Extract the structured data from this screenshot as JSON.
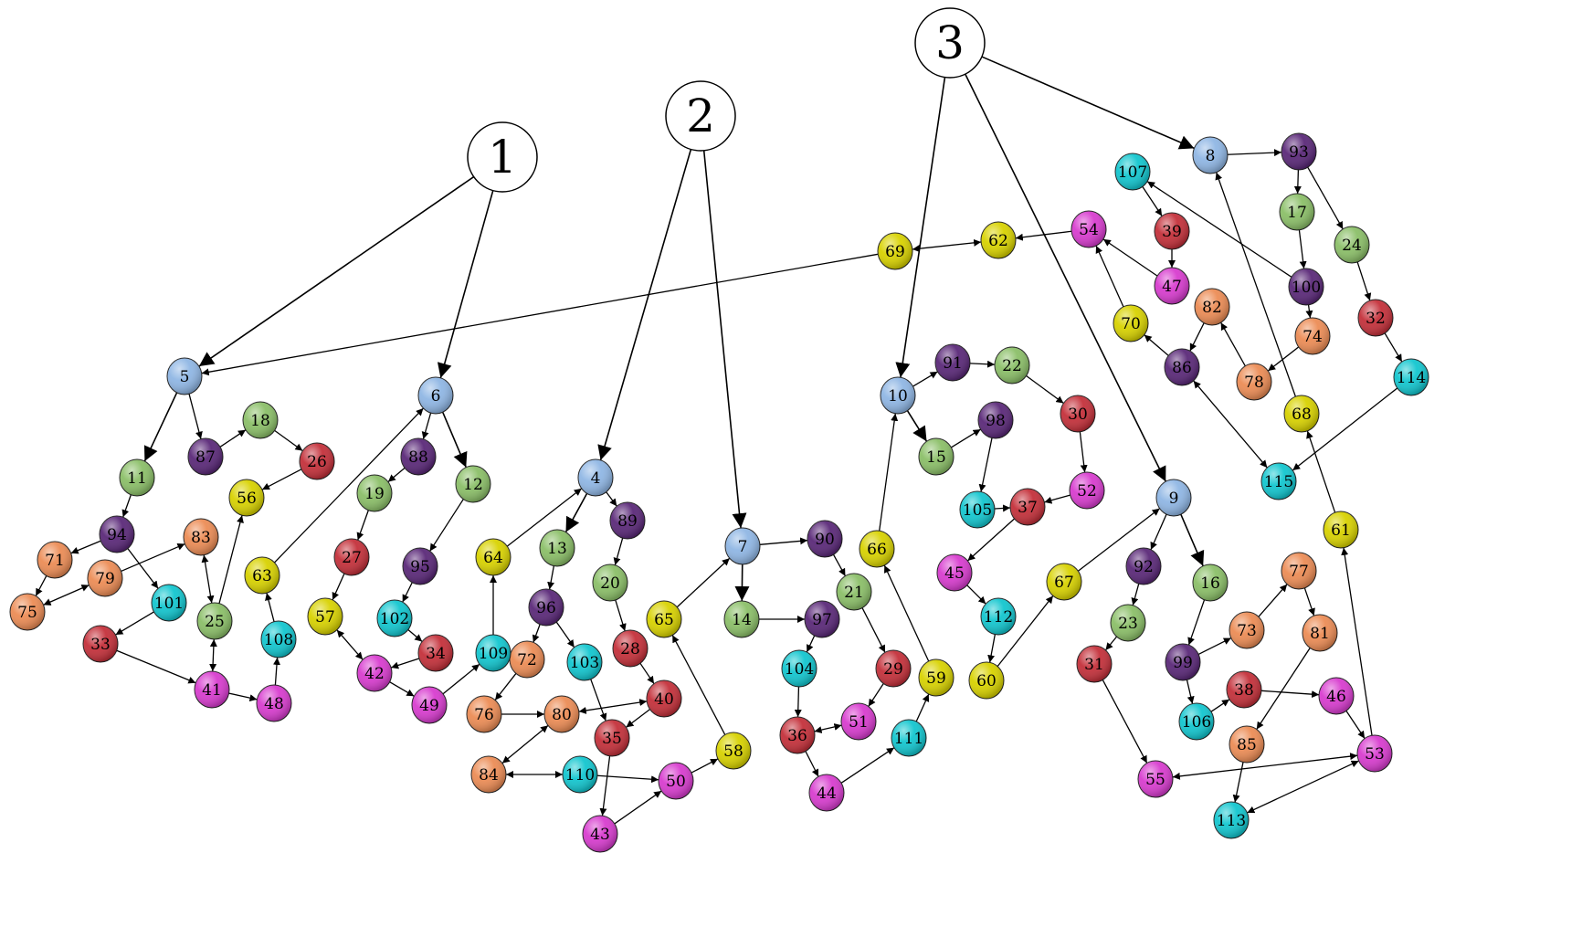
{
  "colors": {
    "root": "#ffffff",
    "blue": "#8fb6e4",
    "green": "#8bbf68",
    "purple": "#5a2878",
    "red": "#c4303a",
    "orange": "#ec8c55",
    "yellow": "#d8d200",
    "cyan": "#12c6cf",
    "magenta": "#d83ccf",
    "edge": "#000000"
  },
  "roots": [
    {
      "id": "R1",
      "label": "1"
    },
    {
      "id": "R2",
      "label": "2"
    },
    {
      "id": "R3",
      "label": "3"
    }
  ],
  "nodes": [
    {
      "id": "5",
      "label": "5",
      "color": "blue"
    },
    {
      "id": "6",
      "label": "6",
      "color": "blue"
    },
    {
      "id": "4",
      "label": "4",
      "color": "blue"
    },
    {
      "id": "7",
      "label": "7",
      "color": "blue"
    },
    {
      "id": "10",
      "label": "10",
      "color": "blue"
    },
    {
      "id": "8",
      "label": "8",
      "color": "blue"
    },
    {
      "id": "9",
      "label": "9",
      "color": "blue"
    },
    {
      "id": "11",
      "label": "11",
      "color": "green"
    },
    {
      "id": "18",
      "label": "18",
      "color": "green"
    },
    {
      "id": "19",
      "label": "19",
      "color": "green"
    },
    {
      "id": "12",
      "label": "12",
      "color": "green"
    },
    {
      "id": "25",
      "label": "25",
      "color": "green"
    },
    {
      "id": "13",
      "label": "13",
      "color": "green"
    },
    {
      "id": "20",
      "label": "20",
      "color": "green"
    },
    {
      "id": "14",
      "label": "14",
      "color": "green"
    },
    {
      "id": "21",
      "label": "21",
      "color": "green"
    },
    {
      "id": "22",
      "label": "22",
      "color": "green"
    },
    {
      "id": "15",
      "label": "15",
      "color": "green"
    },
    {
      "id": "17",
      "label": "17",
      "color": "green"
    },
    {
      "id": "24",
      "label": "24",
      "color": "green"
    },
    {
      "id": "16",
      "label": "16",
      "color": "green"
    },
    {
      "id": "23",
      "label": "23",
      "color": "green"
    },
    {
      "id": "87",
      "label": "87",
      "color": "purple"
    },
    {
      "id": "94",
      "label": "94",
      "color": "purple"
    },
    {
      "id": "88",
      "label": "88",
      "color": "purple"
    },
    {
      "id": "95",
      "label": "95",
      "color": "purple"
    },
    {
      "id": "89",
      "label": "89",
      "color": "purple"
    },
    {
      "id": "96",
      "label": "96",
      "color": "purple"
    },
    {
      "id": "90",
      "label": "90",
      "color": "purple"
    },
    {
      "id": "97",
      "label": "97",
      "color": "purple"
    },
    {
      "id": "91",
      "label": "91",
      "color": "purple"
    },
    {
      "id": "98",
      "label": "98",
      "color": "purple"
    },
    {
      "id": "93",
      "label": "93",
      "color": "purple"
    },
    {
      "id": "100",
      "label": "100",
      "color": "purple"
    },
    {
      "id": "86",
      "label": "86",
      "color": "purple"
    },
    {
      "id": "92",
      "label": "92",
      "color": "purple"
    },
    {
      "id": "99",
      "label": "99",
      "color": "purple"
    },
    {
      "id": "26",
      "label": "26",
      "color": "red"
    },
    {
      "id": "27",
      "label": "27",
      "color": "red"
    },
    {
      "id": "33",
      "label": "33",
      "color": "red"
    },
    {
      "id": "34",
      "label": "34",
      "color": "red"
    },
    {
      "id": "28",
      "label": "28",
      "color": "red"
    },
    {
      "id": "40",
      "label": "40",
      "color": "red"
    },
    {
      "id": "35",
      "label": "35",
      "color": "red"
    },
    {
      "id": "29",
      "label": "29",
      "color": "red"
    },
    {
      "id": "36",
      "label": "36",
      "color": "red"
    },
    {
      "id": "30",
      "label": "30",
      "color": "red"
    },
    {
      "id": "37",
      "label": "37",
      "color": "red"
    },
    {
      "id": "39",
      "label": "39",
      "color": "red"
    },
    {
      "id": "32",
      "label": "32",
      "color": "red"
    },
    {
      "id": "31",
      "label": "31",
      "color": "red"
    },
    {
      "id": "38",
      "label": "38",
      "color": "red"
    },
    {
      "id": "71",
      "label": "71",
      "color": "orange"
    },
    {
      "id": "75",
      "label": "75",
      "color": "orange"
    },
    {
      "id": "79",
      "label": "79",
      "color": "orange"
    },
    {
      "id": "83",
      "label": "83",
      "color": "orange"
    },
    {
      "id": "72",
      "label": "72",
      "color": "orange"
    },
    {
      "id": "76",
      "label": "76",
      "color": "orange"
    },
    {
      "id": "80",
      "label": "80",
      "color": "orange"
    },
    {
      "id": "84",
      "label": "84",
      "color": "orange"
    },
    {
      "id": "82",
      "label": "82",
      "color": "orange"
    },
    {
      "id": "74",
      "label": "74",
      "color": "orange"
    },
    {
      "id": "78",
      "label": "78",
      "color": "orange"
    },
    {
      "id": "77",
      "label": "77",
      "color": "orange"
    },
    {
      "id": "73",
      "label": "73",
      "color": "orange"
    },
    {
      "id": "81",
      "label": "81",
      "color": "orange"
    },
    {
      "id": "85",
      "label": "85",
      "color": "orange"
    },
    {
      "id": "56",
      "label": "56",
      "color": "yellow"
    },
    {
      "id": "63",
      "label": "63",
      "color": "yellow"
    },
    {
      "id": "57",
      "label": "57",
      "color": "yellow"
    },
    {
      "id": "64",
      "label": "64",
      "color": "yellow"
    },
    {
      "id": "65",
      "label": "65",
      "color": "yellow"
    },
    {
      "id": "58",
      "label": "58",
      "color": "yellow"
    },
    {
      "id": "66",
      "label": "66",
      "color": "yellow"
    },
    {
      "id": "59",
      "label": "59",
      "color": "yellow"
    },
    {
      "id": "69",
      "label": "69",
      "color": "yellow"
    },
    {
      "id": "62",
      "label": "62",
      "color": "yellow"
    },
    {
      "id": "70",
      "label": "70",
      "color": "yellow"
    },
    {
      "id": "68",
      "label": "68",
      "color": "yellow"
    },
    {
      "id": "67",
      "label": "67",
      "color": "yellow"
    },
    {
      "id": "60",
      "label": "60",
      "color": "yellow"
    },
    {
      "id": "61",
      "label": "61",
      "color": "yellow"
    },
    {
      "id": "101",
      "label": "101",
      "color": "cyan"
    },
    {
      "id": "108",
      "label": "108",
      "color": "cyan"
    },
    {
      "id": "102",
      "label": "102",
      "color": "cyan"
    },
    {
      "id": "109",
      "label": "109",
      "color": "cyan"
    },
    {
      "id": "103",
      "label": "103",
      "color": "cyan"
    },
    {
      "id": "110",
      "label": "110",
      "color": "cyan"
    },
    {
      "id": "104",
      "label": "104",
      "color": "cyan"
    },
    {
      "id": "111",
      "label": "111",
      "color": "cyan"
    },
    {
      "id": "105",
      "label": "105",
      "color": "cyan"
    },
    {
      "id": "112",
      "label": "112",
      "color": "cyan"
    },
    {
      "id": "107",
      "label": "107",
      "color": "cyan"
    },
    {
      "id": "114",
      "label": "114",
      "color": "cyan"
    },
    {
      "id": "115",
      "label": "115",
      "color": "cyan"
    },
    {
      "id": "106",
      "label": "106",
      "color": "cyan"
    },
    {
      "id": "113",
      "label": "113",
      "color": "cyan"
    },
    {
      "id": "41",
      "label": "41",
      "color": "magenta"
    },
    {
      "id": "48",
      "label": "48",
      "color": "magenta"
    },
    {
      "id": "42",
      "label": "42",
      "color": "magenta"
    },
    {
      "id": "49",
      "label": "49",
      "color": "magenta"
    },
    {
      "id": "50",
      "label": "50",
      "color": "magenta"
    },
    {
      "id": "43",
      "label": "43",
      "color": "magenta"
    },
    {
      "id": "51",
      "label": "51",
      "color": "magenta"
    },
    {
      "id": "44",
      "label": "44",
      "color": "magenta"
    },
    {
      "id": "52",
      "label": "52",
      "color": "magenta"
    },
    {
      "id": "45",
      "label": "45",
      "color": "magenta"
    },
    {
      "id": "54",
      "label": "54",
      "color": "magenta"
    },
    {
      "id": "47",
      "label": "47",
      "color": "magenta"
    },
    {
      "id": "46",
      "label": "46",
      "color": "magenta"
    },
    {
      "id": "53",
      "label": "53",
      "color": "magenta"
    },
    {
      "id": "55",
      "label": "55",
      "color": "magenta"
    }
  ],
  "edges": [
    {
      "from": "R1",
      "to": "5",
      "bold": true
    },
    {
      "from": "R1",
      "to": "6",
      "bold": true
    },
    {
      "from": "R2",
      "to": "4",
      "bold": true
    },
    {
      "from": "R2",
      "to": "7",
      "bold": true
    },
    {
      "from": "R3",
      "to": "10",
      "bold": true
    },
    {
      "from": "R3",
      "to": "8",
      "bold": true
    },
    {
      "from": "R3",
      "to": "9",
      "bold": true
    },
    {
      "from": "5",
      "to": "11",
      "bold": true
    },
    {
      "from": "5",
      "to": "87"
    },
    {
      "from": "87",
      "to": "18"
    },
    {
      "from": "18",
      "to": "26"
    },
    {
      "from": "26",
      "to": "56"
    },
    {
      "from": "11",
      "to": "94"
    },
    {
      "from": "94",
      "to": "71"
    },
    {
      "from": "94",
      "to": "101"
    },
    {
      "from": "71",
      "to": "75"
    },
    {
      "from": "75",
      "to": "79",
      "both": true
    },
    {
      "from": "79",
      "to": "83"
    },
    {
      "from": "83",
      "to": "25",
      "both": true
    },
    {
      "from": "101",
      "to": "33"
    },
    {
      "from": "25",
      "to": "56"
    },
    {
      "from": "25",
      "to": "41",
      "both": true
    },
    {
      "from": "33",
      "to": "41"
    },
    {
      "from": "41",
      "to": "48"
    },
    {
      "from": "48",
      "to": "108"
    },
    {
      "from": "108",
      "to": "63"
    },
    {
      "from": "63",
      "to": "6"
    },
    {
      "from": "6",
      "to": "88"
    },
    {
      "from": "6",
      "to": "12",
      "bold": true
    },
    {
      "from": "88",
      "to": "19"
    },
    {
      "from": "19",
      "to": "27"
    },
    {
      "from": "27",
      "to": "57"
    },
    {
      "from": "57",
      "to": "42",
      "both": true
    },
    {
      "from": "12",
      "to": "95"
    },
    {
      "from": "95",
      "to": "102"
    },
    {
      "from": "102",
      "to": "34"
    },
    {
      "from": "34",
      "to": "42"
    },
    {
      "from": "42",
      "to": "49"
    },
    {
      "from": "49",
      "to": "109"
    },
    {
      "from": "109",
      "to": "64"
    },
    {
      "from": "64",
      "to": "4"
    },
    {
      "from": "4",
      "to": "13",
      "bold": true
    },
    {
      "from": "4",
      "to": "89"
    },
    {
      "from": "89",
      "to": "20"
    },
    {
      "from": "20",
      "to": "28"
    },
    {
      "from": "28",
      "to": "40"
    },
    {
      "from": "40",
      "to": "35"
    },
    {
      "from": "13",
      "to": "96"
    },
    {
      "from": "96",
      "to": "72"
    },
    {
      "from": "96",
      "to": "103"
    },
    {
      "from": "72",
      "to": "76"
    },
    {
      "from": "76",
      "to": "80"
    },
    {
      "from": "80",
      "to": "40",
      "both": true
    },
    {
      "from": "80",
      "to": "84",
      "both": true
    },
    {
      "from": "103",
      "to": "35"
    },
    {
      "from": "35",
      "to": "43"
    },
    {
      "from": "84",
      "to": "110",
      "both": true
    },
    {
      "from": "110",
      "to": "50"
    },
    {
      "from": "43",
      "to": "50"
    },
    {
      "from": "50",
      "to": "58"
    },
    {
      "from": "58",
      "to": "65"
    },
    {
      "from": "65",
      "to": "7"
    },
    {
      "from": "7",
      "to": "90"
    },
    {
      "from": "7",
      "to": "14",
      "bold": true
    },
    {
      "from": "14",
      "to": "97"
    },
    {
      "from": "90",
      "to": "21"
    },
    {
      "from": "21",
      "to": "29"
    },
    {
      "from": "29",
      "to": "51"
    },
    {
      "from": "97",
      "to": "104"
    },
    {
      "from": "104",
      "to": "36"
    },
    {
      "from": "36",
      "to": "51",
      "both": true
    },
    {
      "from": "36",
      "to": "44"
    },
    {
      "from": "44",
      "to": "111"
    },
    {
      "from": "111",
      "to": "59"
    },
    {
      "from": "59",
      "to": "66"
    },
    {
      "from": "66",
      "to": "10"
    },
    {
      "from": "10",
      "to": "91"
    },
    {
      "from": "10",
      "to": "15",
      "bold": true
    },
    {
      "from": "91",
      "to": "22"
    },
    {
      "from": "22",
      "to": "30"
    },
    {
      "from": "30",
      "to": "52"
    },
    {
      "from": "52",
      "to": "37"
    },
    {
      "from": "15",
      "to": "98"
    },
    {
      "from": "98",
      "to": "105"
    },
    {
      "from": "105",
      "to": "37"
    },
    {
      "from": "37",
      "to": "45"
    },
    {
      "from": "45",
      "to": "112"
    },
    {
      "from": "112",
      "to": "60"
    },
    {
      "from": "60",
      "to": "67"
    },
    {
      "from": "67",
      "to": "9"
    },
    {
      "from": "69",
      "to": "5"
    },
    {
      "from": "69",
      "to": "62",
      "both": true
    },
    {
      "from": "54",
      "to": "62"
    },
    {
      "from": "47",
      "to": "54"
    },
    {
      "from": "70",
      "to": "54"
    },
    {
      "from": "86",
      "to": "70"
    },
    {
      "from": "107",
      "to": "39"
    },
    {
      "from": "39",
      "to": "47"
    },
    {
      "from": "100",
      "to": "107"
    },
    {
      "from": "100",
      "to": "74"
    },
    {
      "from": "74",
      "to": "78"
    },
    {
      "from": "78",
      "to": "82"
    },
    {
      "from": "82",
      "to": "86"
    },
    {
      "from": "86",
      "to": "115",
      "both": true
    },
    {
      "from": "8",
      "to": "93"
    },
    {
      "from": "93",
      "to": "17"
    },
    {
      "from": "17",
      "to": "100"
    },
    {
      "from": "93",
      "to": "24"
    },
    {
      "from": "24",
      "to": "32"
    },
    {
      "from": "32",
      "to": "114"
    },
    {
      "from": "114",
      "to": "115"
    },
    {
      "from": "68",
      "to": "8"
    },
    {
      "from": "61",
      "to": "68"
    },
    {
      "from": "53",
      "to": "61"
    },
    {
      "from": "9",
      "to": "92"
    },
    {
      "from": "9",
      "to": "16",
      "bold": true
    },
    {
      "from": "92",
      "to": "23"
    },
    {
      "from": "23",
      "to": "31"
    },
    {
      "from": "31",
      "to": "55"
    },
    {
      "from": "16",
      "to": "99"
    },
    {
      "from": "99",
      "to": "73"
    },
    {
      "from": "99",
      "to": "106"
    },
    {
      "from": "73",
      "to": "77"
    },
    {
      "from": "77",
      "to": "81"
    },
    {
      "from": "81",
      "to": "85"
    },
    {
      "from": "85",
      "to": "113"
    },
    {
      "from": "106",
      "to": "38"
    },
    {
      "from": "38",
      "to": "46"
    },
    {
      "from": "46",
      "to": "53"
    },
    {
      "from": "113",
      "to": "53",
      "both": true
    },
    {
      "from": "53",
      "to": "55",
      "both": true
    }
  ]
}
